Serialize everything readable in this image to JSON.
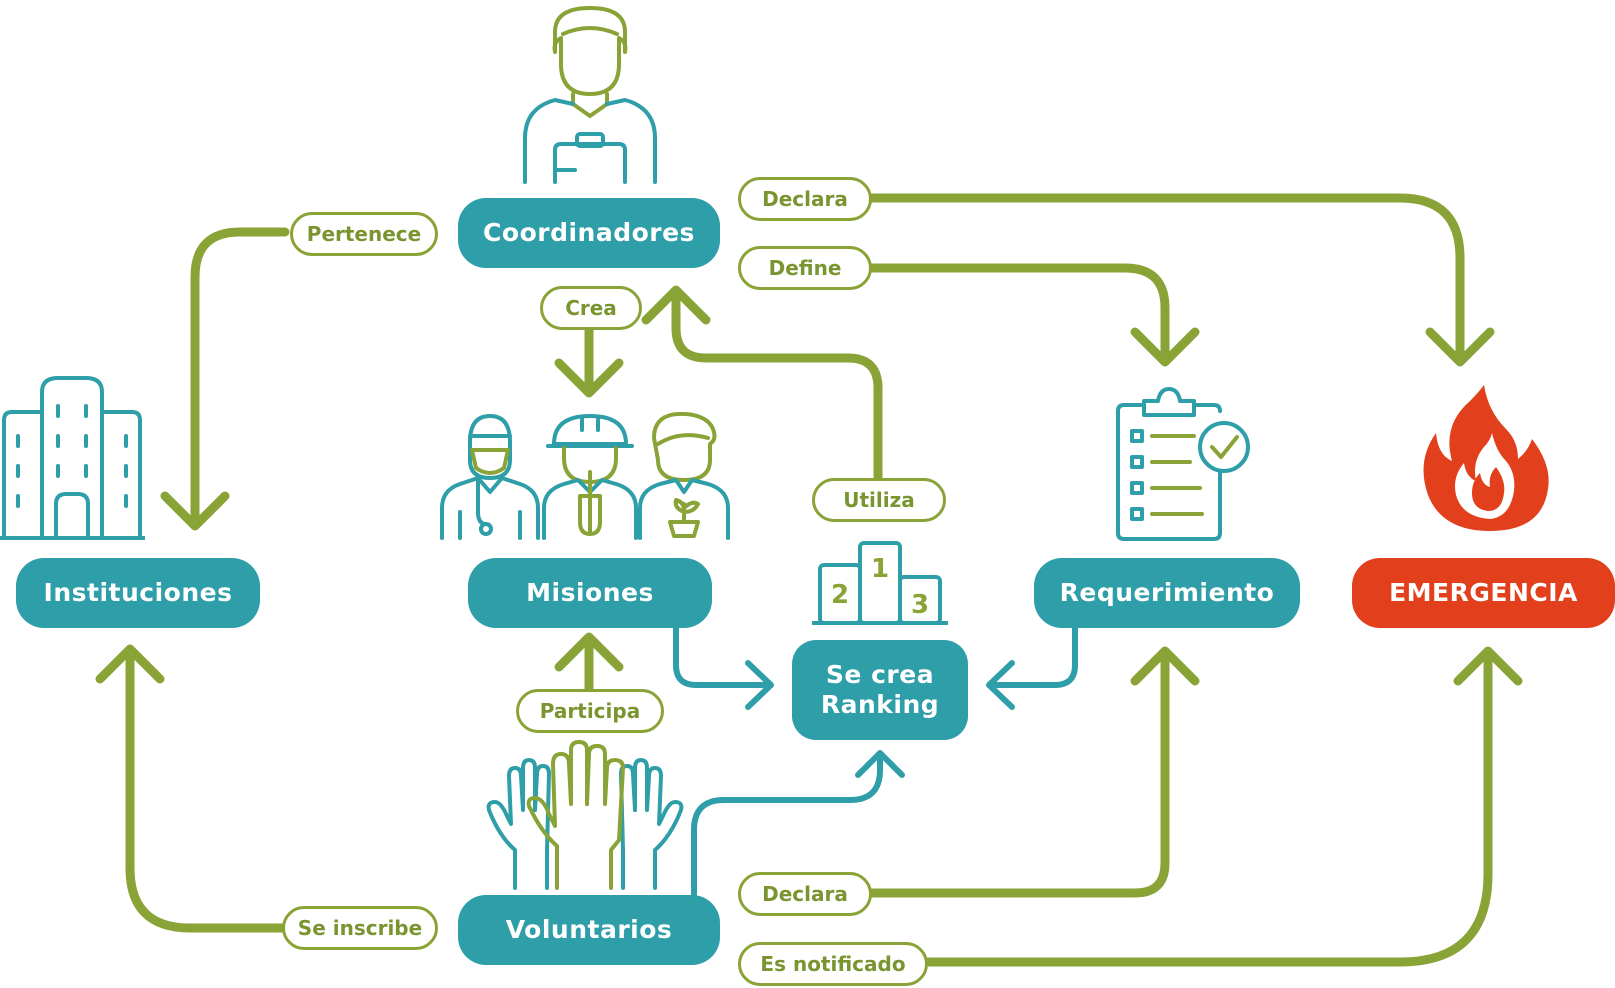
{
  "nodes": {
    "coordinadores": "Coordinadores",
    "instituciones": "Instituciones",
    "misiones": "Misiones",
    "ranking_line1": "Se crea",
    "ranking_line2": "Ranking",
    "requerimiento": "Requerimiento",
    "emergencia": "EMERGENCIA",
    "voluntarios": "Voluntarios"
  },
  "edges": {
    "pertenece": "Pertenece",
    "declara_top": "Declara",
    "define": "Define",
    "crea": "Crea",
    "utiliza": "Utiliza",
    "participa": "Participa",
    "declara_bottom": "Declara",
    "se_inscribe": "Se inscribe",
    "es_notificado": "Es notificado"
  },
  "podium": {
    "first": "1",
    "second": "2",
    "third": "3"
  },
  "icons": [
    "coordinator-person-icon",
    "building-icon",
    "team-icon",
    "podium-icon",
    "clipboard-check-icon",
    "fire-icon",
    "raised-hands-icon"
  ],
  "colors": {
    "teal": "#2e9ea8",
    "green": "#8aa337",
    "red": "#e2401c",
    "white": "#ffffff"
  }
}
